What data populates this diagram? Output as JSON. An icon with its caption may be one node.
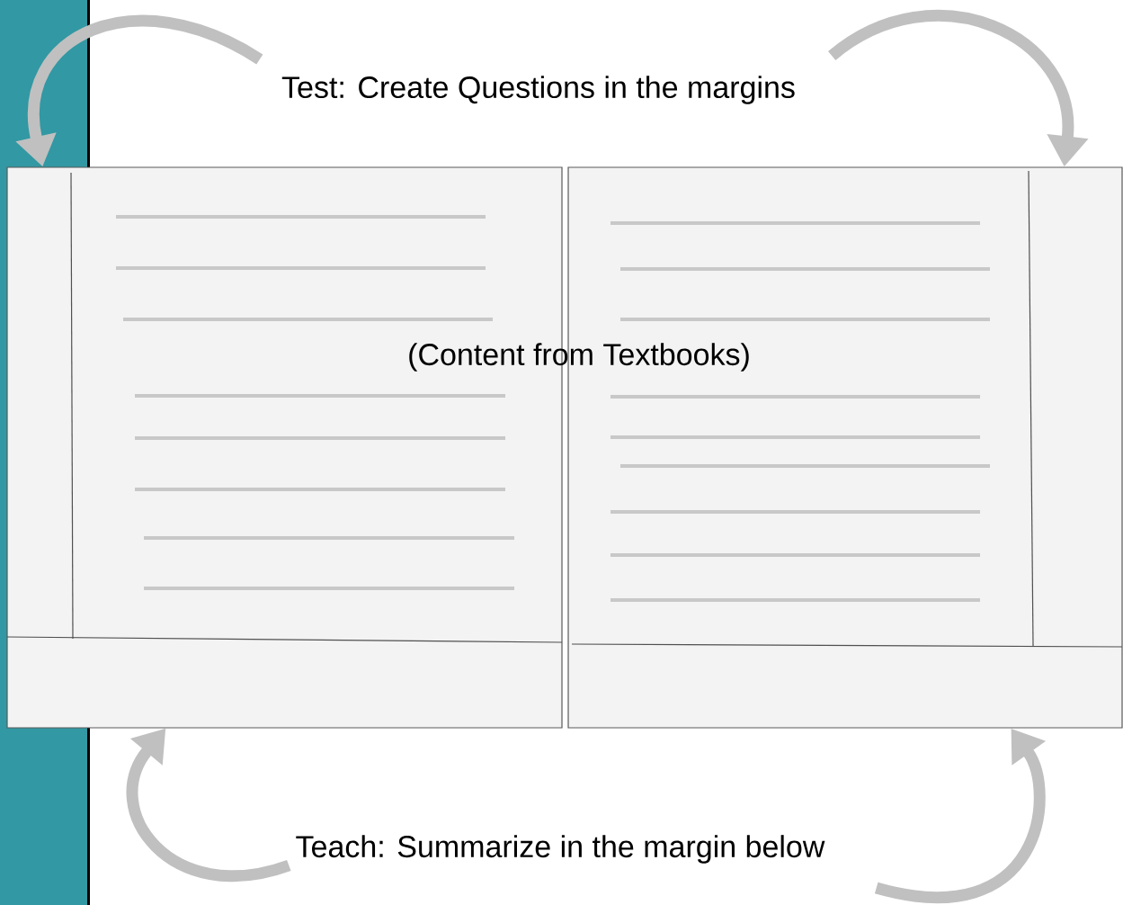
{
  "diagram": {
    "nodes": [
      {
        "text": [
          "Test: Create Questions in the margins"
        ]
      },
      {
        "text": [],
        "shape": "box"
      },
      {
        "text": [],
        "shape": "box"
      },
      {
        "text": [
          "Teach: Summarize in the margin below"
        ]
      }
    ],
    "edges": [
      {
        "from": 0,
        "to": 1,
        "arrow": "to"
      },
      {
        "from": 0,
        "to": 2,
        "arrow": "to"
      },
      {
        "from": 3,
        "to": 1,
        "arrow": "to"
      },
      {
        "from": 3,
        "to": 2,
        "arrow": "to"
      }
    ],
    "labels": [
      "(Content from Textbooks)"
    ]
  }
}
